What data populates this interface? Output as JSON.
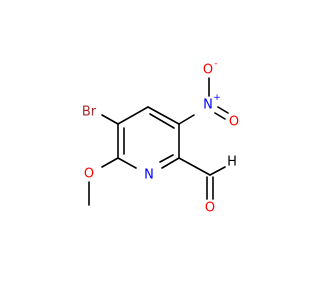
{
  "molecule": {
    "atoms": {
      "br": {
        "label": "Br",
        "color": "#a52a2a"
      },
      "o_methoxy": {
        "label": "O",
        "color": "#ff0000"
      },
      "n_ring": {
        "label": "N",
        "color": "#0000ff"
      },
      "n_nitro": {
        "label": "N",
        "color": "#0000ff",
        "charge": "+"
      },
      "o_nitro_top": {
        "label": "O",
        "color": "#ff0000",
        "charge": "-"
      },
      "o_nitro_right": {
        "label": "O",
        "color": "#ff0000"
      },
      "o_aldehyde": {
        "label": "O",
        "color": "#ff0000"
      },
      "h_aldehyde": {
        "label": "H",
        "color": "#000000"
      }
    },
    "bond_color": "#000000"
  }
}
